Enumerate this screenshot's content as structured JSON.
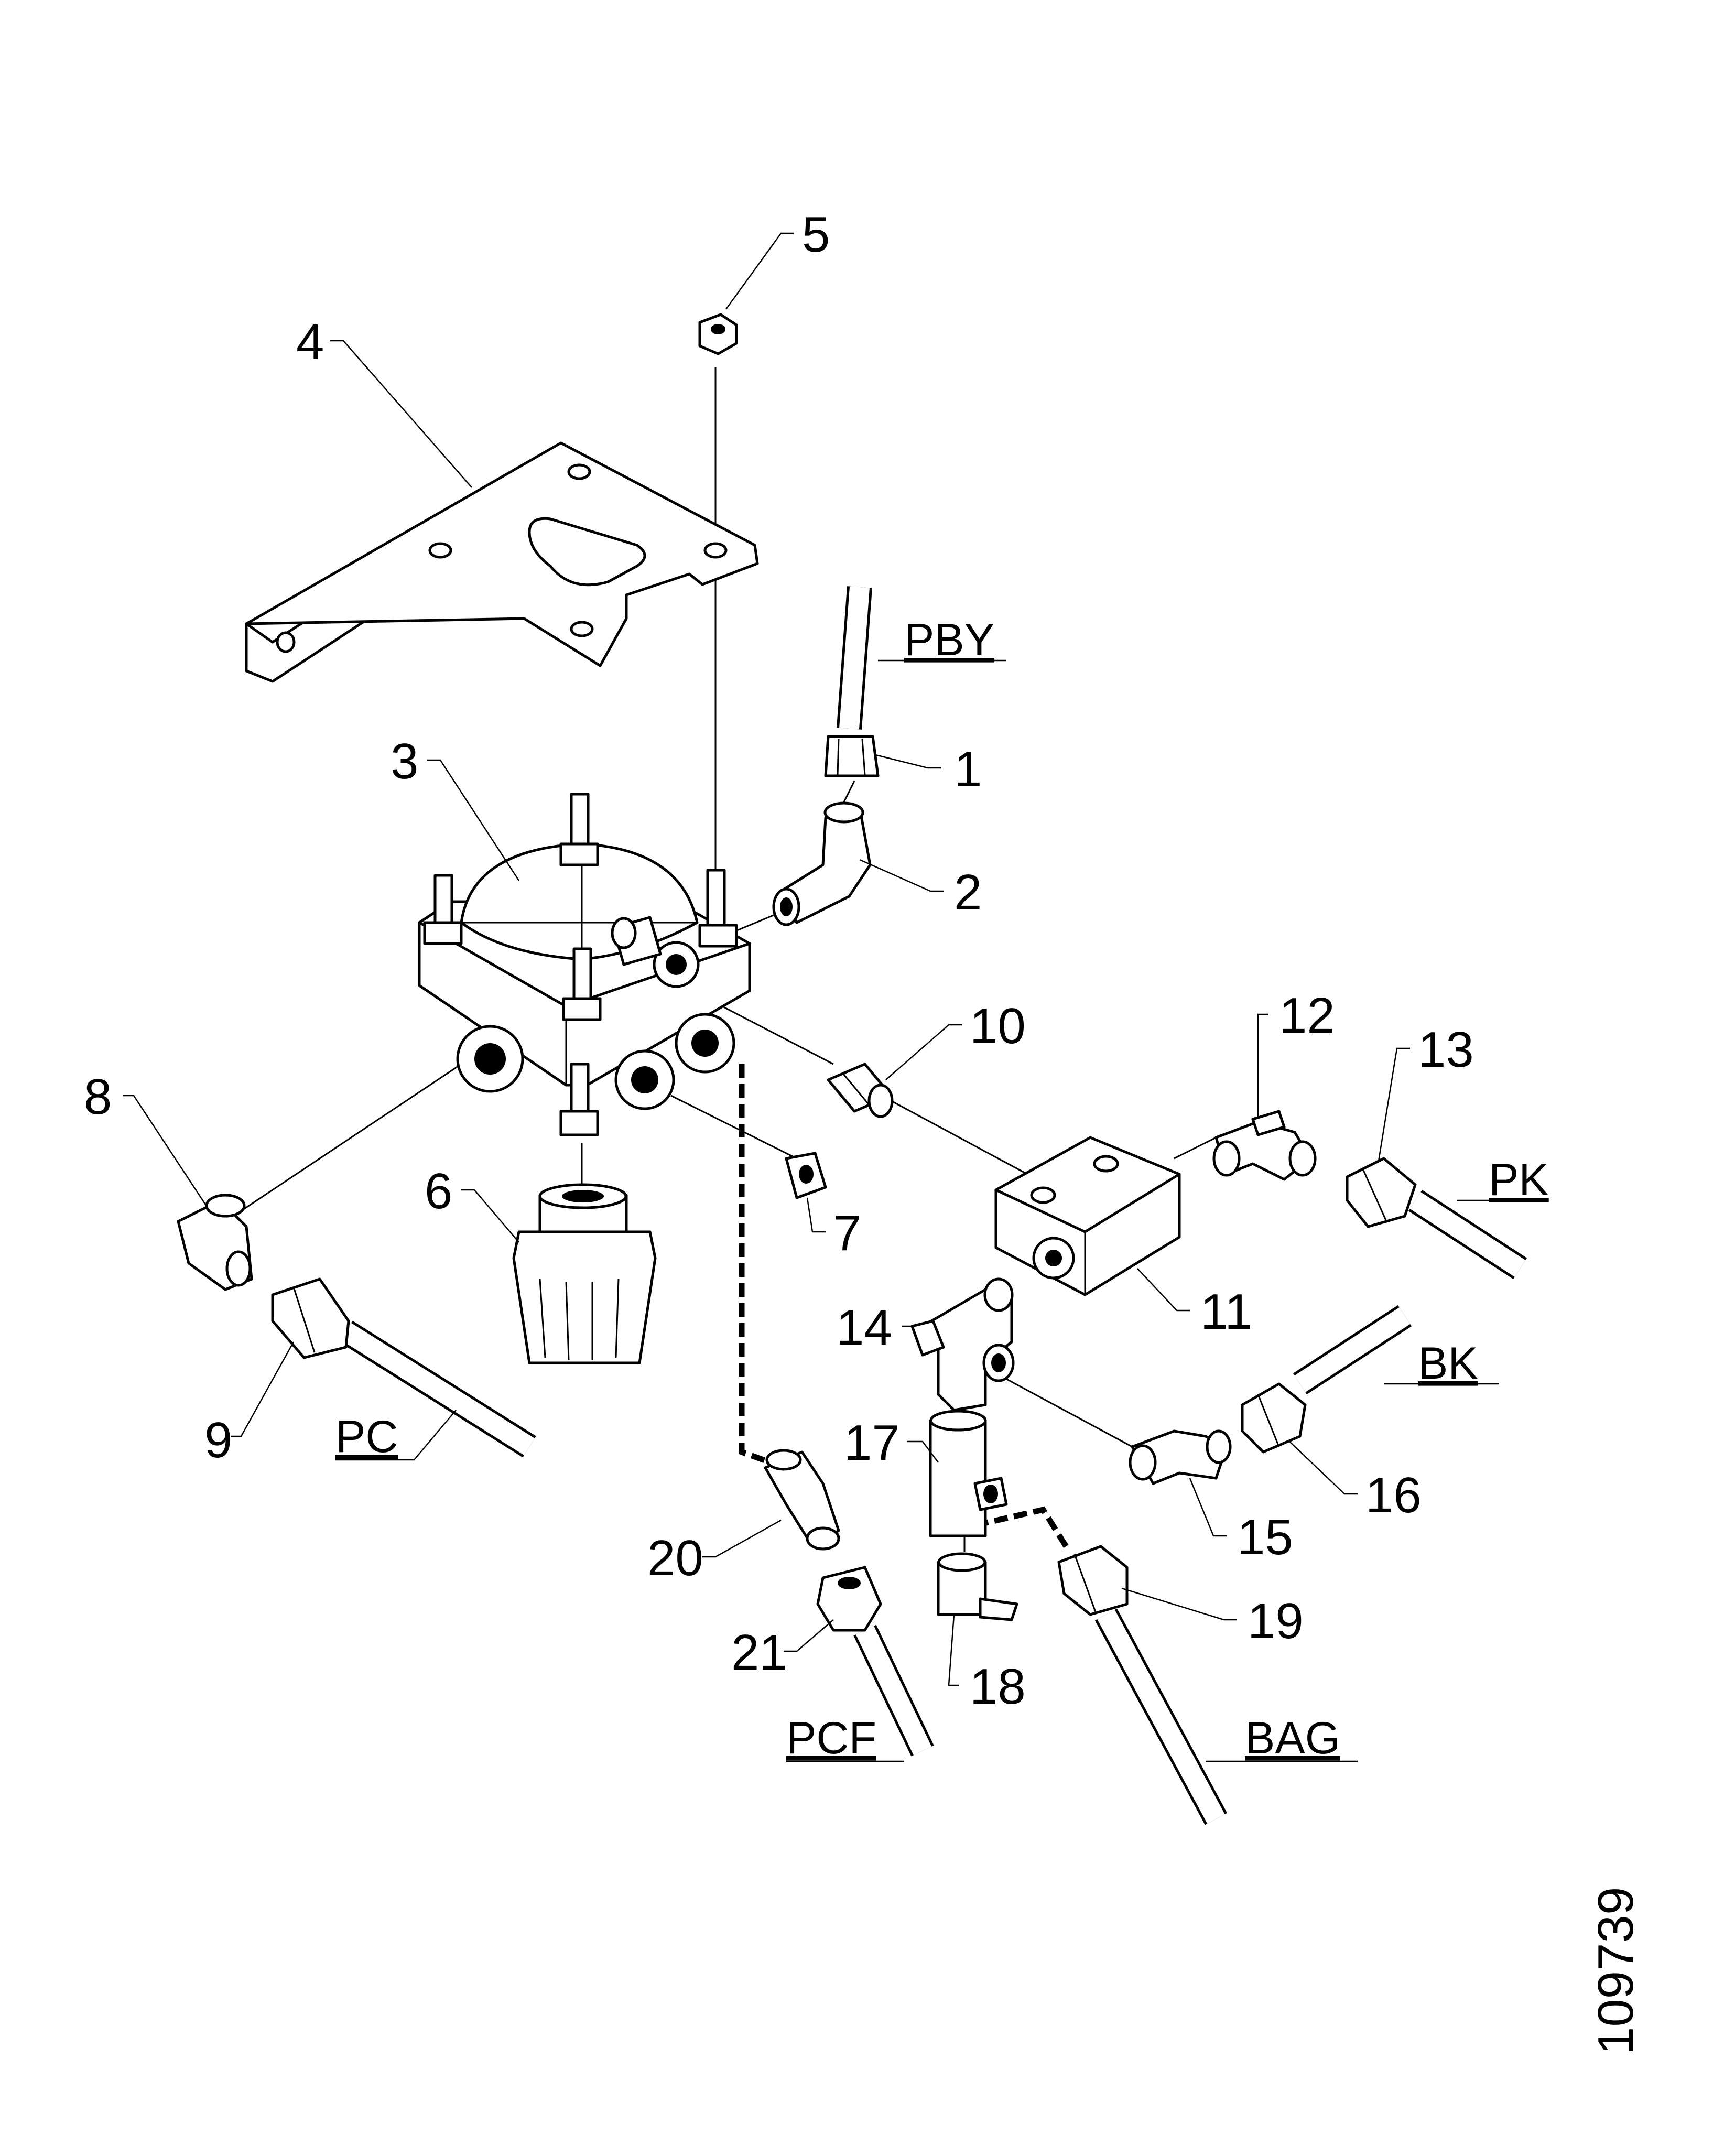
{
  "callouts": [
    "1",
    "2",
    "3",
    "4",
    "5",
    "6",
    "7",
    "8",
    "9",
    "10",
    "11",
    "12",
    "13",
    "14",
    "15",
    "16",
    "17",
    "18",
    "19",
    "20",
    "21"
  ],
  "lines": {
    "pby": "PBY",
    "pk": "PK",
    "bk": "BK",
    "pc": "PC",
    "pcf": "PCF",
    "bag": "BAG"
  },
  "reference_number": "109739"
}
